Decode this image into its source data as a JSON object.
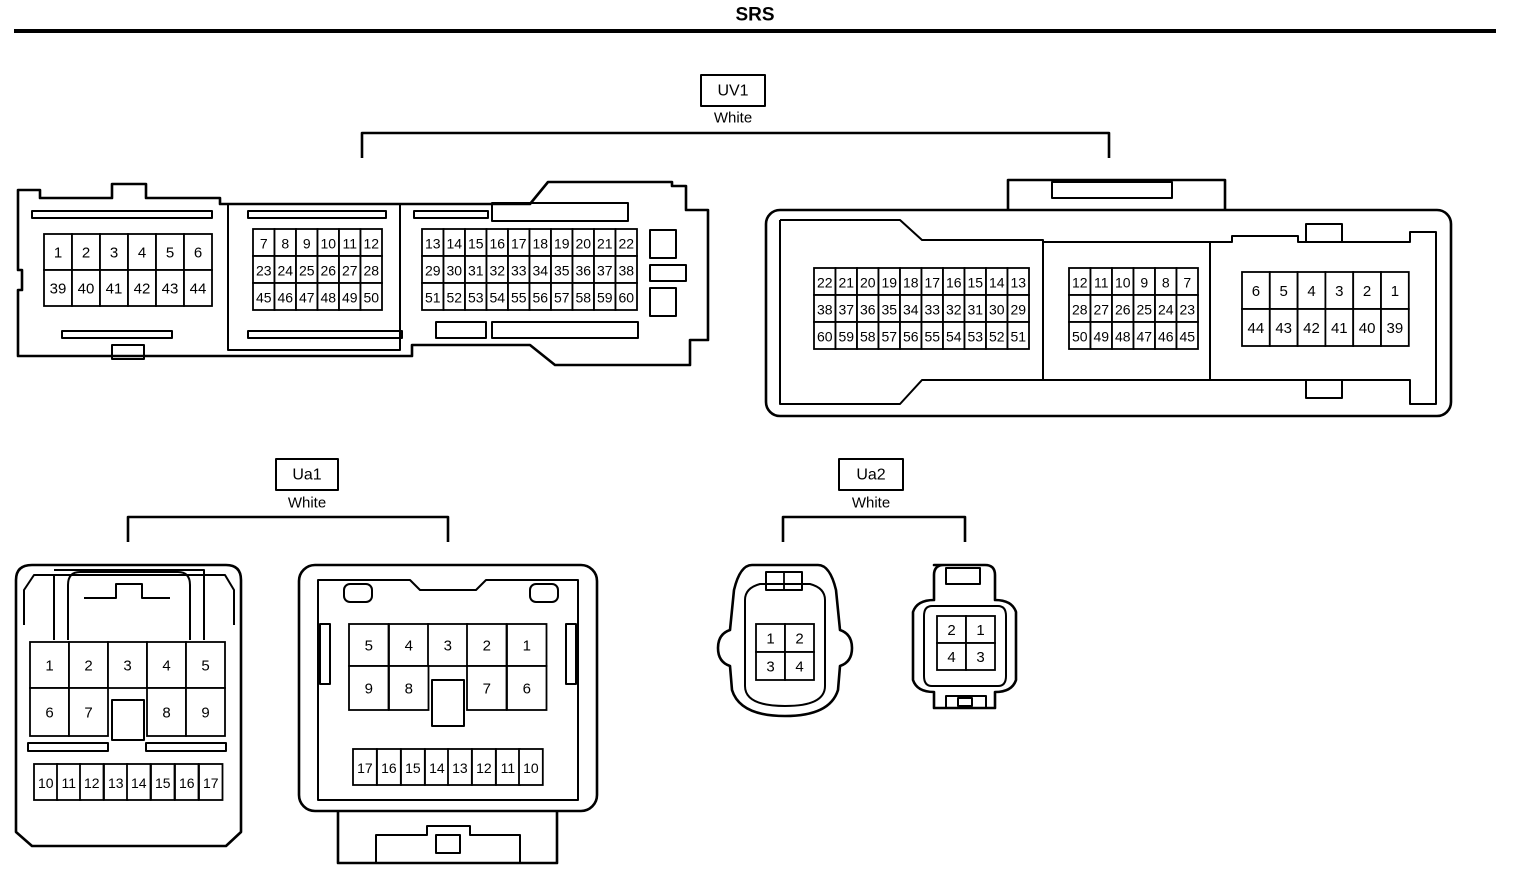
{
  "title": "SRS",
  "connectors": {
    "uv1": {
      "label": "UV1",
      "color": "White",
      "left_unit": {
        "block_a": {
          "rows": [
            [
              "1",
              "2",
              "3",
              "4",
              "5",
              "6"
            ],
            [
              "39",
              "40",
              "41",
              "42",
              "43",
              "44"
            ]
          ]
        },
        "block_b": {
          "rows": [
            [
              "7",
              "8",
              "9",
              "10",
              "11",
              "12"
            ],
            [
              "23",
              "24",
              "25",
              "26",
              "27",
              "28"
            ],
            [
              "45",
              "46",
              "47",
              "48",
              "49",
              "50"
            ]
          ]
        },
        "block_c": {
          "rows": [
            [
              "13",
              "14",
              "15",
              "16",
              "17",
              "18",
              "19",
              "20",
              "21",
              "22"
            ],
            [
              "29",
              "30",
              "31",
              "32",
              "33",
              "34",
              "35",
              "36",
              "37",
              "38"
            ],
            [
              "51",
              "52",
              "53",
              "54",
              "55",
              "56",
              "57",
              "58",
              "59",
              "60"
            ]
          ]
        }
      },
      "right_unit": {
        "block_a": {
          "rows": [
            [
              "22",
              "21",
              "20",
              "19",
              "18",
              "17",
              "16",
              "15",
              "14",
              "13"
            ],
            [
              "38",
              "37",
              "36",
              "35",
              "34",
              "33",
              "32",
              "31",
              "30",
              "29"
            ],
            [
              "60",
              "59",
              "58",
              "57",
              "56",
              "55",
              "54",
              "53",
              "52",
              "51"
            ]
          ]
        },
        "block_b": {
          "rows": [
            [
              "12",
              "11",
              "10",
              "9",
              "8",
              "7"
            ],
            [
              "28",
              "27",
              "26",
              "25",
              "24",
              "23"
            ],
            [
              "50",
              "49",
              "48",
              "47",
              "46",
              "45"
            ]
          ]
        },
        "block_c": {
          "rows": [
            [
              "6",
              "5",
              "4",
              "3",
              "2",
              "1"
            ],
            [
              "44",
              "43",
              "42",
              "41",
              "40",
              "39"
            ]
          ]
        }
      }
    },
    "ua1": {
      "label": "Ua1",
      "color": "White",
      "left_unit": {
        "row1": [
          "1",
          "2",
          "3",
          "4",
          "5"
        ],
        "row2": [
          "6",
          "7",
          "8",
          "9"
        ],
        "row3": [
          "10",
          "11",
          "12",
          "13",
          "14",
          "15",
          "16",
          "17"
        ]
      },
      "right_unit": {
        "row1": [
          "5",
          "4",
          "3",
          "2",
          "1"
        ],
        "row2": [
          "9",
          "8",
          "7",
          "6"
        ],
        "row3": [
          "17",
          "16",
          "15",
          "14",
          "13",
          "12",
          "11",
          "10"
        ]
      }
    },
    "ua2": {
      "label": "Ua2",
      "color": "White",
      "left_unit": {
        "rows": [
          [
            "1",
            "2"
          ],
          [
            "3",
            "4"
          ]
        ]
      },
      "right_unit": {
        "rows": [
          [
            "2",
            "1"
          ],
          [
            "4",
            "3"
          ]
        ]
      }
    }
  }
}
